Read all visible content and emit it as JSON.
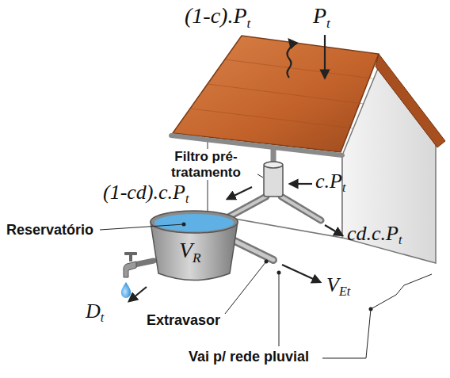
{
  "diagram": {
    "labels": [
      "(1-c).Pt",
      "Pt",
      "Filtro pré-tratamento",
      "(1-cd).c.Pt",
      "c.Pt",
      "Reservatório",
      "VR",
      "cd.c.Pt",
      "Dt",
      "VEt",
      "Extravasor",
      "Vai p/ rede pluvial"
    ]
  }
}
